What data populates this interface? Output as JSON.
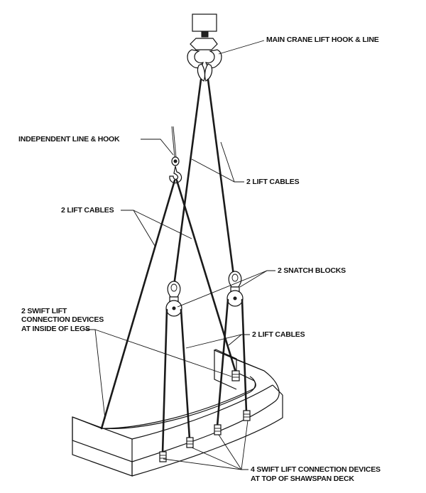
{
  "labels": {
    "main_hook": "MAIN CRANE LIFT HOOK & LINE",
    "independent_line": "INDEPENDENT LINE & HOOK",
    "lift_cables_right_top": "2 LIFT CABLES",
    "lift_cables_left": "2 LIFT CABLES",
    "snatch_blocks": "2 SNATCH BLOCKS",
    "swift_lift_legs_1": "2 SWIFT LIFT",
    "swift_lift_legs_2": "CONNECTION DEVICES",
    "swift_lift_legs_3": "AT INSIDE OF LEGS",
    "lift_cables_right_bottom": "2 LIFT CABLES",
    "swift_lift_deck_1": "4 SWIFT LIFT CONNECTION DEVICES",
    "swift_lift_deck_2": "AT TOP OF SHAWSPAN DECK"
  }
}
